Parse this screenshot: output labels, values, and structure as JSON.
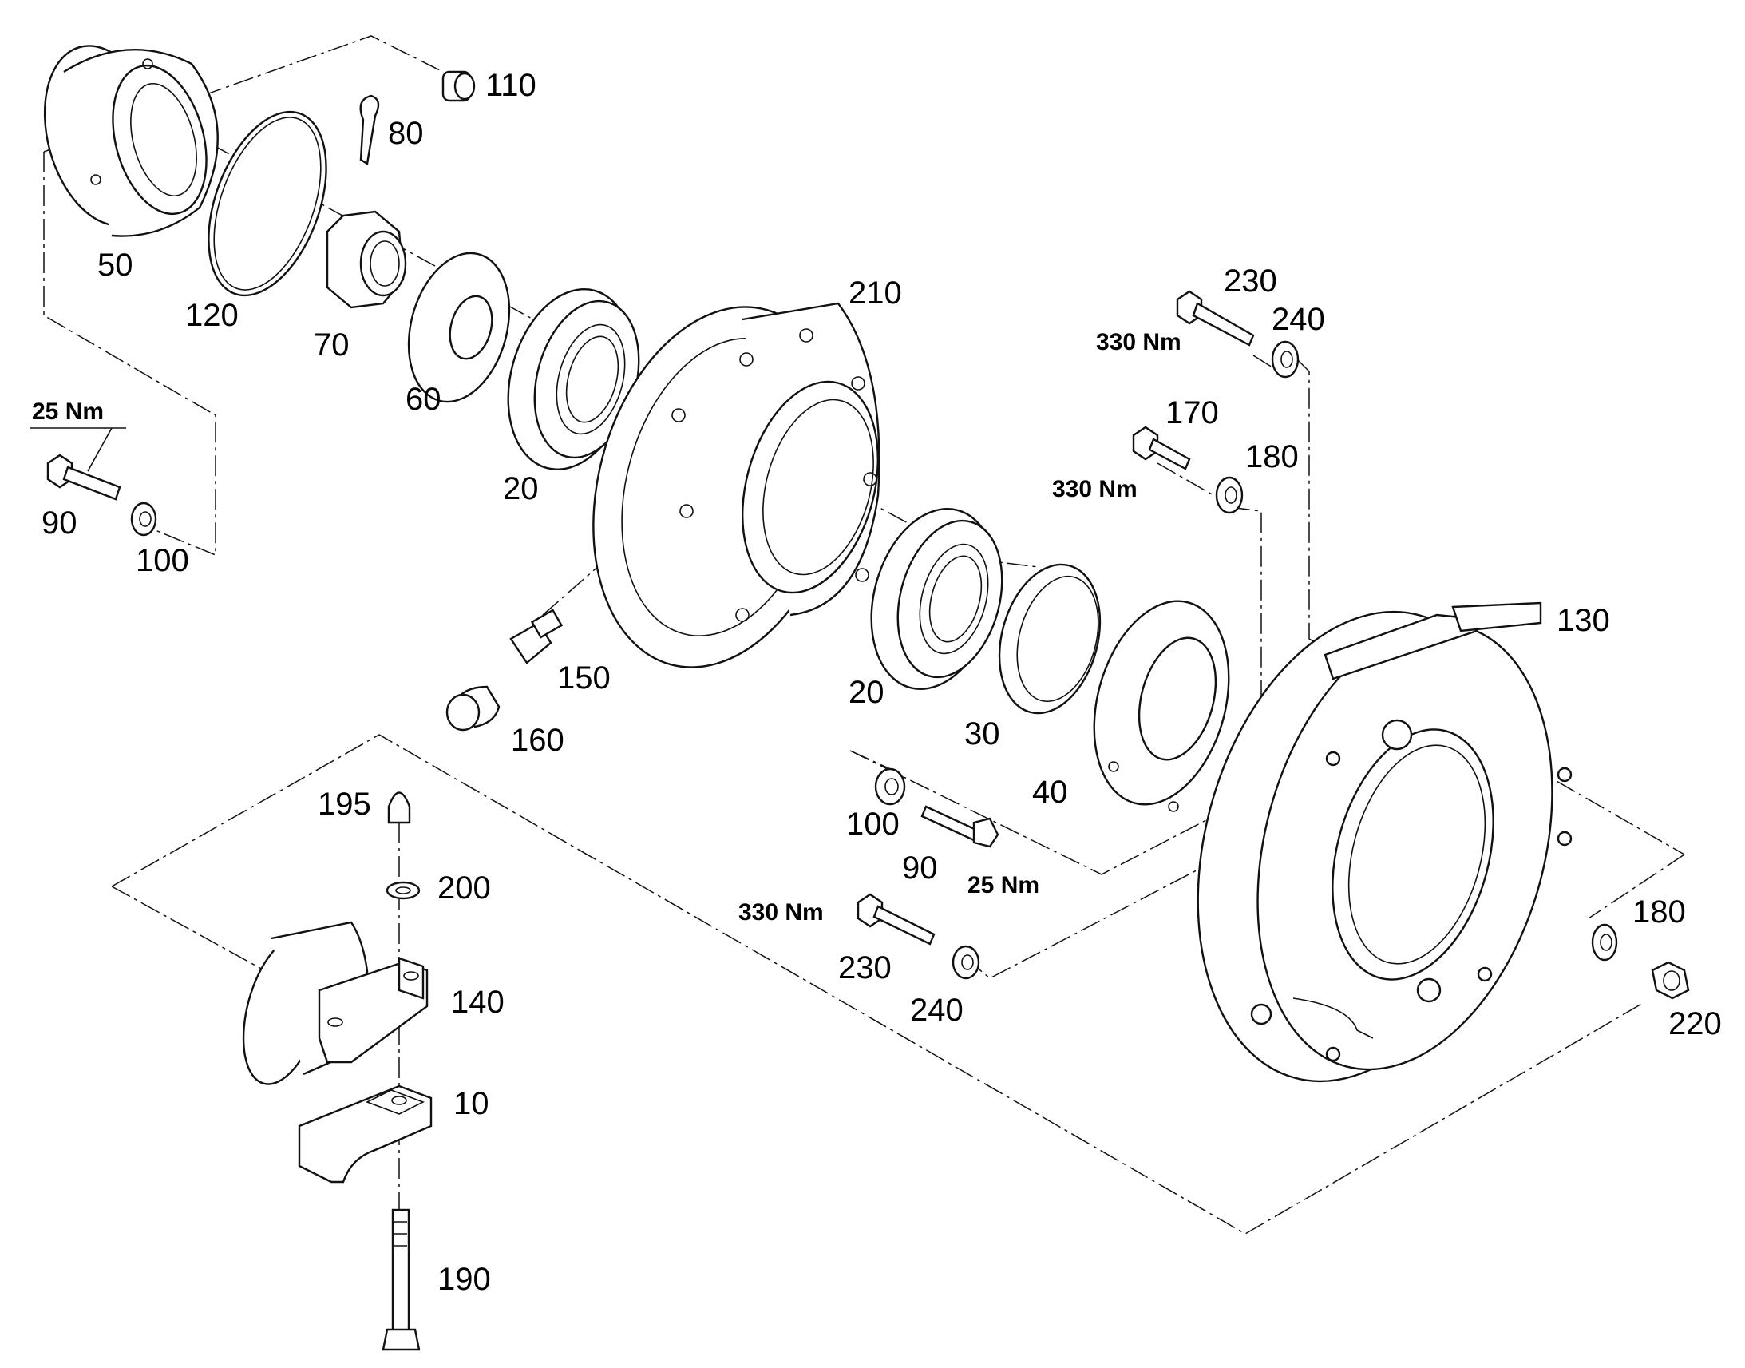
{
  "labels": {
    "p10": "10",
    "p20a": "20",
    "p20b": "20",
    "p30": "30",
    "p40": "40",
    "p50": "50",
    "p60": "60",
    "p70": "70",
    "p80": "80",
    "p90a": "90",
    "p90b": "90",
    "p100a": "100",
    "p100b": "100",
    "p110": "110",
    "p120": "120",
    "p130": "130",
    "p140": "140",
    "p150": "150",
    "p160": "160",
    "p170": "170",
    "p180a": "180",
    "p180b": "180",
    "p190": "190",
    "p195": "195",
    "p200": "200",
    "p210": "210",
    "p220": "220",
    "p230a": "230",
    "p230b": "230",
    "p240a": "240",
    "p240b": "240"
  },
  "torques": {
    "t25a": "25 Nm",
    "t25b": "25 Nm",
    "t330a": "330 Nm",
    "t330b": "330 Nm",
    "t330c": "330 Nm"
  }
}
